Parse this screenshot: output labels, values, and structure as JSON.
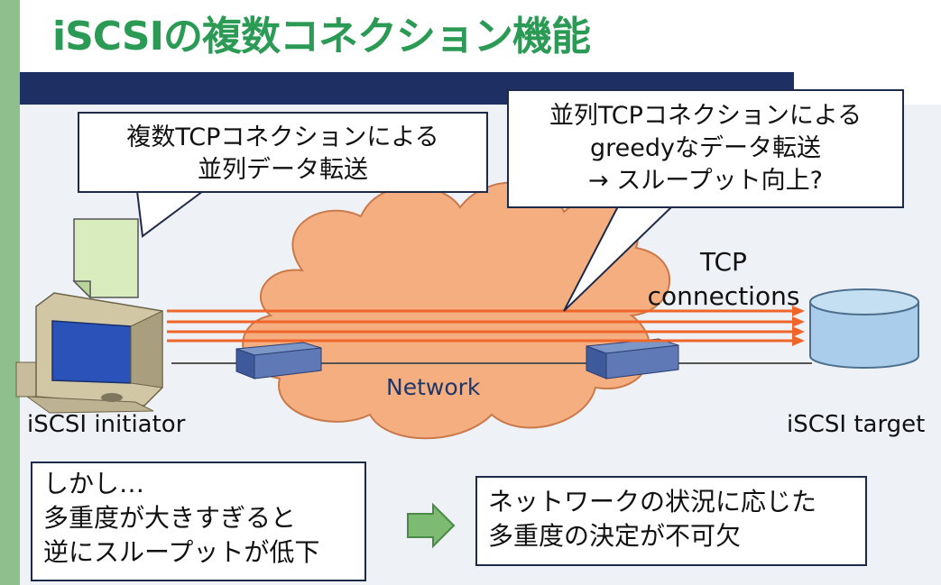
{
  "title": "iSCSIの複数コネクション機能",
  "callout_left": {
    "line1": "複数TCPコネクションによる",
    "line2": "並列データ転送"
  },
  "callout_right": {
    "line1": "並列TCPコネクションによる",
    "line2": "greedyなデータ転送",
    "line3": "→ スループット向上?"
  },
  "initiator_label": "iSCSI initiator",
  "target_label": "iSCSI target",
  "network_label": "Network",
  "tcp_label": {
    "line1": "TCP",
    "line2": "connections"
  },
  "bottom_left": {
    "line1": "しかし…",
    "line2": "多重度が大きすぎると",
    "line3": "逆にスループットが低下"
  },
  "bottom_right": {
    "line1": "ネットワークの状況に応じた",
    "line2": "多重度の決定が不可欠"
  },
  "colors": {
    "title": "#2b9a55",
    "navy": "#1e2f63",
    "cloud": "#f5ae80",
    "connection": "#f0652a",
    "arrow": "#7dba72",
    "disk": "#a9cdeb"
  }
}
